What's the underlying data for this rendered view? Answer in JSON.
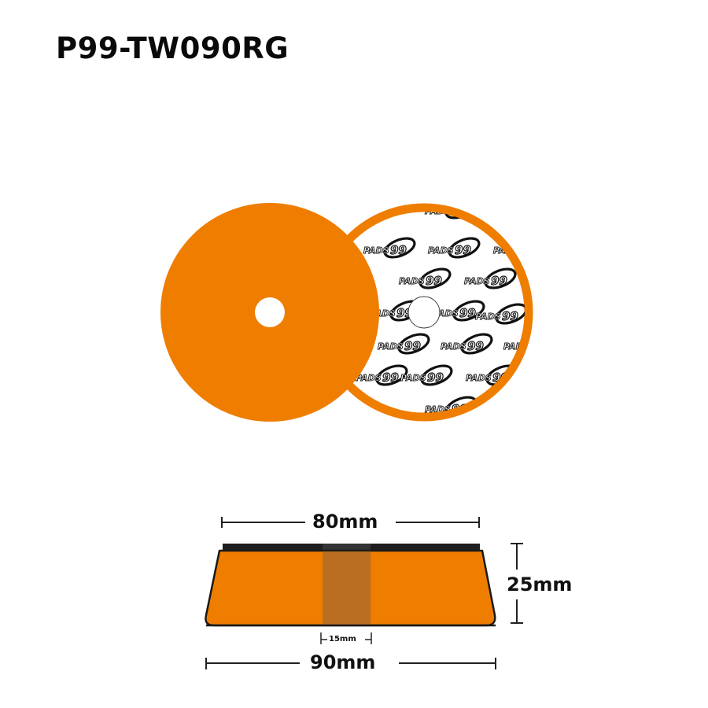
{
  "title": "P99-TW090RG",
  "colors": {
    "pad_orange": "#EF7D00",
    "center_stripe": "#B96E22",
    "backing_black": "#1E1E1E",
    "backing_stripe": "#333333",
    "outline": "#1a1a1a",
    "background": "#FFFFFF"
  },
  "top_view": {
    "front_face": {
      "label": "foam-face",
      "has_center_hole": true
    },
    "back_face": {
      "label": "velcro-backing",
      "logo_text": "PADS",
      "logo_number": "99",
      "has_center_hole": true
    }
  },
  "side_view": {
    "dimensions": {
      "top_width": "80mm",
      "bottom_width": "90mm",
      "height": "25mm",
      "center_hole": "15mm"
    }
  }
}
